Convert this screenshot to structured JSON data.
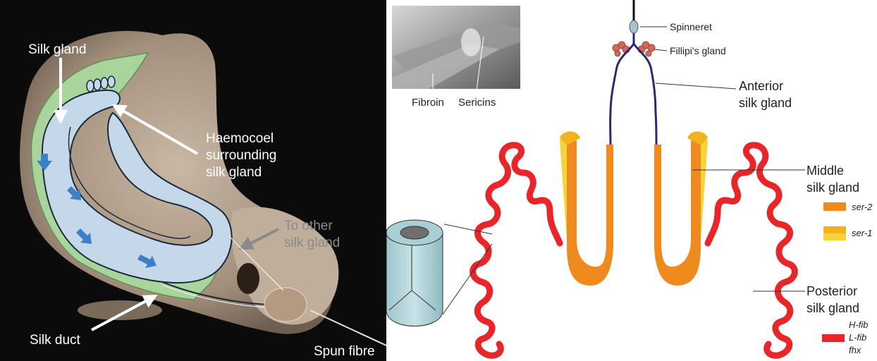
{
  "left_panel": {
    "labels": {
      "silk_gland": "Silk gland",
      "haemocoel_line1": "Haemocoel",
      "haemocoel_line2": "surrounding",
      "haemocoel_line3": "silk gland",
      "to_other_line1": "To other",
      "to_other_line2": "silk gland",
      "silk_duct": "Silk duct",
      "spun_fibre": "Spun fibre"
    },
    "colors": {
      "background": "#0b0b0b",
      "larva_body": "#a89380",
      "haemocoel": "#a9d49b",
      "gland_fill": "#c4d8ea",
      "flow_arrow": "#3f7ec9"
    }
  },
  "right_panel": {
    "inset_labels": {
      "fibroin": "Fibroin",
      "sericins": "Sericins"
    },
    "labels": {
      "spinneret": "Spinneret",
      "fillipi": "Fillipi's gland",
      "anterior_line1": "Anterior",
      "anterior_line2": "silk gland",
      "middle_line1": "Middle",
      "middle_line2": "silk gland",
      "posterior_line1": "Posterior",
      "posterior_line2": "silk gland"
    },
    "legend": {
      "ser2": "ser-2",
      "ser1": "ser-1",
      "hfib": "H-fib",
      "lfib": "L-fib",
      "fhx": "fhx"
    },
    "colors": {
      "anterior_duct": "#2a2a6e",
      "ser2": "#ef8a1e",
      "ser1": "#f8d23a",
      "posterior": "#e8262a",
      "fillipi": "#cf6a5a",
      "tube": "#b9dadf"
    }
  }
}
